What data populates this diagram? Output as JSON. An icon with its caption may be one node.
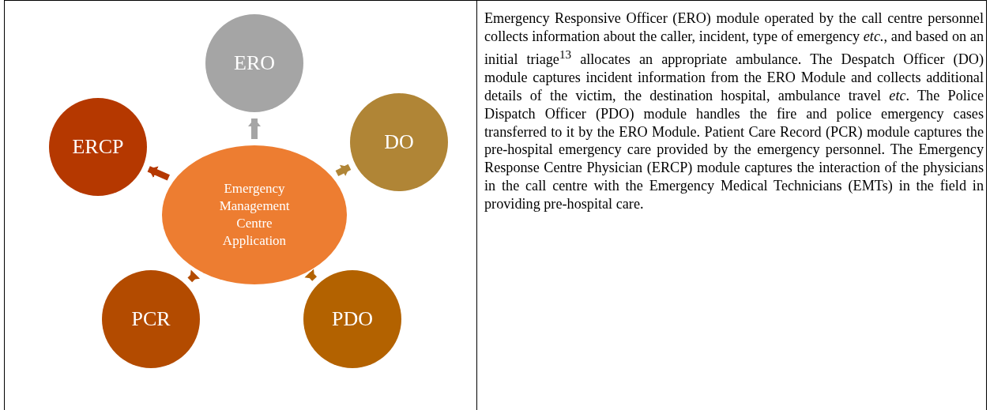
{
  "diagram": {
    "nodes": [
      {
        "text": [
          "Emergency Management Centre Application"
        ]
      },
      {
        "text": [
          "ERO"
        ]
      },
      {
        "text": [
          "DO"
        ]
      },
      {
        "text": [
          "PDO"
        ]
      },
      {
        "text": [
          "PCR"
        ]
      },
      {
        "text": [
          "ERCP"
        ]
      }
    ],
    "edges": [
      {
        "from": 0,
        "to": 1,
        "arrow": "to",
        "color": "#a5a5a5"
      },
      {
        "from": 0,
        "to": 2,
        "arrow": "to",
        "color": "#b08536"
      },
      {
        "from": 0,
        "to": 3,
        "arrow": "to",
        "color": "#b36200"
      },
      {
        "from": 0,
        "to": 4,
        "arrow": "to",
        "color": "#b34b00"
      },
      {
        "from": 0,
        "to": 5,
        "arrow": "to",
        "color": "#b53800"
      }
    ],
    "labels": [
      "Emergency Responsive Officer (ERO) module operated by the call centre personnel collects information about the caller, incident, type of emergency *etc.*, and based on an initial triage$^{13}$ allocates an appropriate ambulance. The Despatch Officer (DO) module captures incident information from the ERO Module and collects additional details of the victim, the destination hospital, ambulance travel *etc*. The Police Dispatch Officer (PDO) module handles the fire and police emergency cases transferred to it by the ERO Module. Patient Care Record (PCR) module captures the pre-hospital emergency care provided by the emergency personnel. The Emergency Response Centre Physician (ERCP) module captures the interaction of the physicians in the call centre with the Emergency Medical Technicians (EMTs) in the field in providing pre-hospital care."
    ]
  }
}
